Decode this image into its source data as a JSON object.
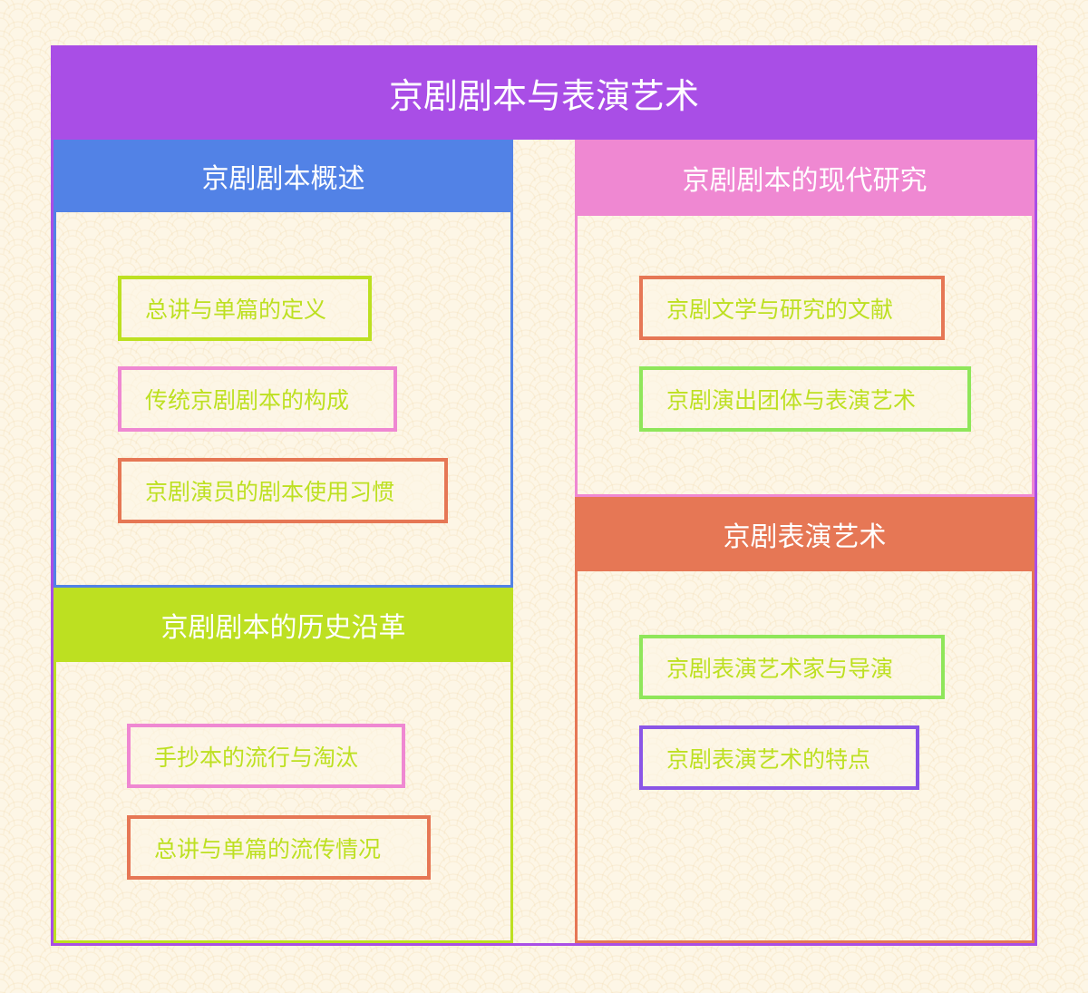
{
  "title": "京剧剧本与表演艺术",
  "colors": {
    "title": "#a94ee6",
    "blue": "#5282e6",
    "pink": "#ef88d2",
    "lime": "#bde021",
    "orange": "#e67755",
    "green": "#8fe65a",
    "purple": "#8a55e6",
    "item_text": "#bde021"
  },
  "panels": {
    "overview": {
      "title": "京剧剧本概述",
      "items": [
        "总讲与单篇的定义",
        "传统京剧剧本的构成",
        "京剧演员的剧本使用习惯"
      ]
    },
    "history": {
      "title": "京剧剧本的历史沿革",
      "items": [
        "手抄本的流行与淘汰",
        "总讲与单篇的流传情况"
      ]
    },
    "modern": {
      "title": "京剧剧本的现代研究",
      "items": [
        "京剧文学与研究的文献",
        "京剧演出团体与表演艺术"
      ]
    },
    "performance": {
      "title": "京剧表演艺术",
      "items": [
        "京剧表演艺术家与导演",
        "京剧表演艺术的特点"
      ]
    }
  }
}
